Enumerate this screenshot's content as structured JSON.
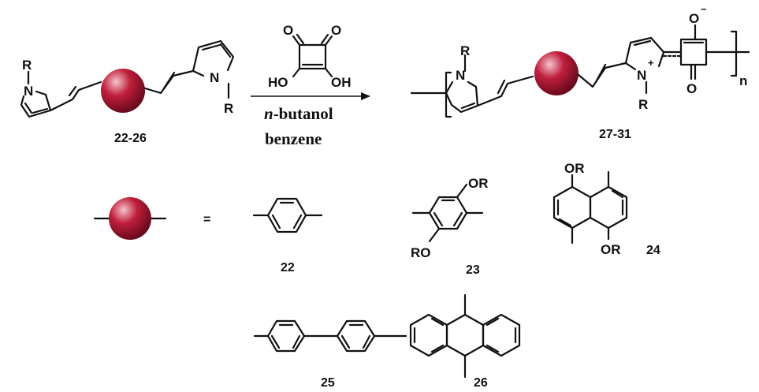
{
  "colors": {
    "ink": "#111111",
    "sphere_light": "#f4c4cd",
    "sphere_mid": "#c01f3c",
    "sphere_dark": "#6a0a1c"
  },
  "reactant": {
    "label": "22-26",
    "N": "N",
    "R": "R"
  },
  "reagent": {
    "O": "O",
    "HO": "HO",
    "OH": "OH"
  },
  "conditions": {
    "solvent_prefix": "n",
    "solvent_rest": "-butanol",
    "solvent2": "benzene"
  },
  "product": {
    "label": "27-31",
    "N": "N",
    "R": "R",
    "charge_plus": "+",
    "O": "O",
    "charge_minus": "−",
    "repeat": "n"
  },
  "legend": {
    "equals": "="
  },
  "spacers": [
    {
      "label": "22"
    },
    {
      "label": "23",
      "OR": "OR",
      "RO": "RO"
    },
    {
      "label": "24",
      "OR": "OR"
    },
    {
      "label": "25"
    },
    {
      "label": "26"
    }
  ]
}
